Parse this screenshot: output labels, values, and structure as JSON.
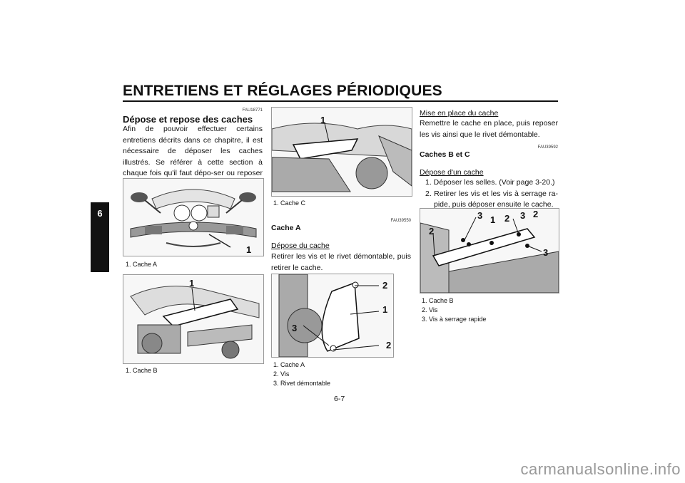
{
  "header": {
    "title": "ENTRETIENS ET RÉGLAGES PÉRIODIQUES",
    "chapter_tab": "6"
  },
  "col1": {
    "code": "FAU18771",
    "title": "Dépose et repose des caches",
    "body": "Afin de pouvoir effectuer certains entretiens décrits dans ce chapitre, il est nécessaire de déposer les caches illustrés. Se référer à cette section à chaque fois qu'il faut dépo-ser ou reposer un cache.",
    "fig1": {
      "callout": "1",
      "caption": "1. Cache A"
    },
    "fig2": {
      "callout": "1",
      "caption": "1. Cache B"
    }
  },
  "col2": {
    "fig3": {
      "callout": "1",
      "caption": "1. Cache C"
    },
    "code": "FAU39550",
    "title": "Cache A",
    "sub": "Dépose du cache",
    "body": "Retirer les vis et le rivet démontable, puis retirer le cache.",
    "fig4": {
      "callouts": [
        "2",
        "1",
        "3",
        "2"
      ],
      "captions": [
        "1. Cache A",
        "2. Vis",
        "3. Rivet démontable"
      ]
    }
  },
  "col3": {
    "sub1": "Mise en place du cache",
    "body1": "Remettre le cache en place, puis reposer les vis ainsi que le rivet démontable.",
    "code": "FAU39592",
    "title": "Caches B et C",
    "sub2": "Dépose d'un cache",
    "steps": [
      "1. Déposer les selles. (Voir page 3-20.)",
      "2. Retirer les vis et les vis à serrage ra-pide, puis déposer ensuite le cache."
    ],
    "fig5": {
      "callouts": [
        "2",
        "3",
        "1",
        "2",
        "3",
        "2",
        "3"
      ],
      "captions": [
        "1. Cache B",
        "2. Vis",
        "3. Vis à serrage rapide"
      ]
    }
  },
  "footer": {
    "page": "6-7"
  },
  "watermark": "carmanualsonline.info"
}
